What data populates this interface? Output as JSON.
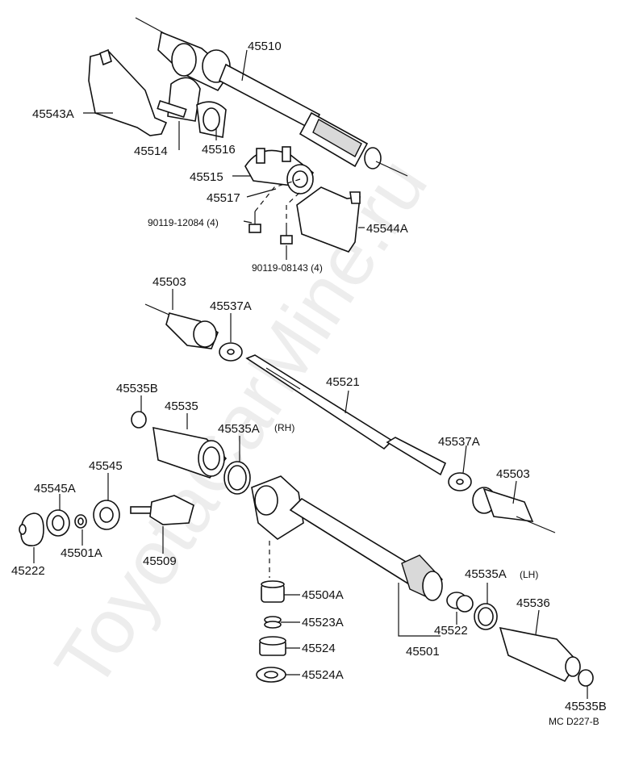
{
  "watermark": "ToyotaCarMine.ru",
  "diagram_code": "MC  D227-B",
  "parts": {
    "p45510": "45510",
    "p45543A": "45543A",
    "p45514": "45514",
    "p45516": "45516",
    "p45515": "45515",
    "p45517": "45517",
    "p90119_12084": "90119-12084 (4)",
    "p45544A": "45544A",
    "p90119_08143": "90119-08143 (4)",
    "p45503_top": "45503",
    "p45537A_top": "45537A",
    "p45521": "45521",
    "p45535B_top": "45535B",
    "p45535": "45535",
    "p45535A_rh": "45535A",
    "rh_tag": "(RH)",
    "p45537A_right": "45537A",
    "p45503_right": "45503",
    "p45545": "45545",
    "p45545A": "45545A",
    "p45222": "45222",
    "p45501A": "45501A",
    "p45509": "45509",
    "p45504A": "45504A",
    "p45523A": "45523A",
    "p45524": "45524",
    "p45524A": "45524A",
    "p45535A_lh": "45535A",
    "lh_tag": "(LH)",
    "p45536": "45536",
    "p45522": "45522",
    "p45501": "45501",
    "p45535B_bottom": "45535B"
  }
}
